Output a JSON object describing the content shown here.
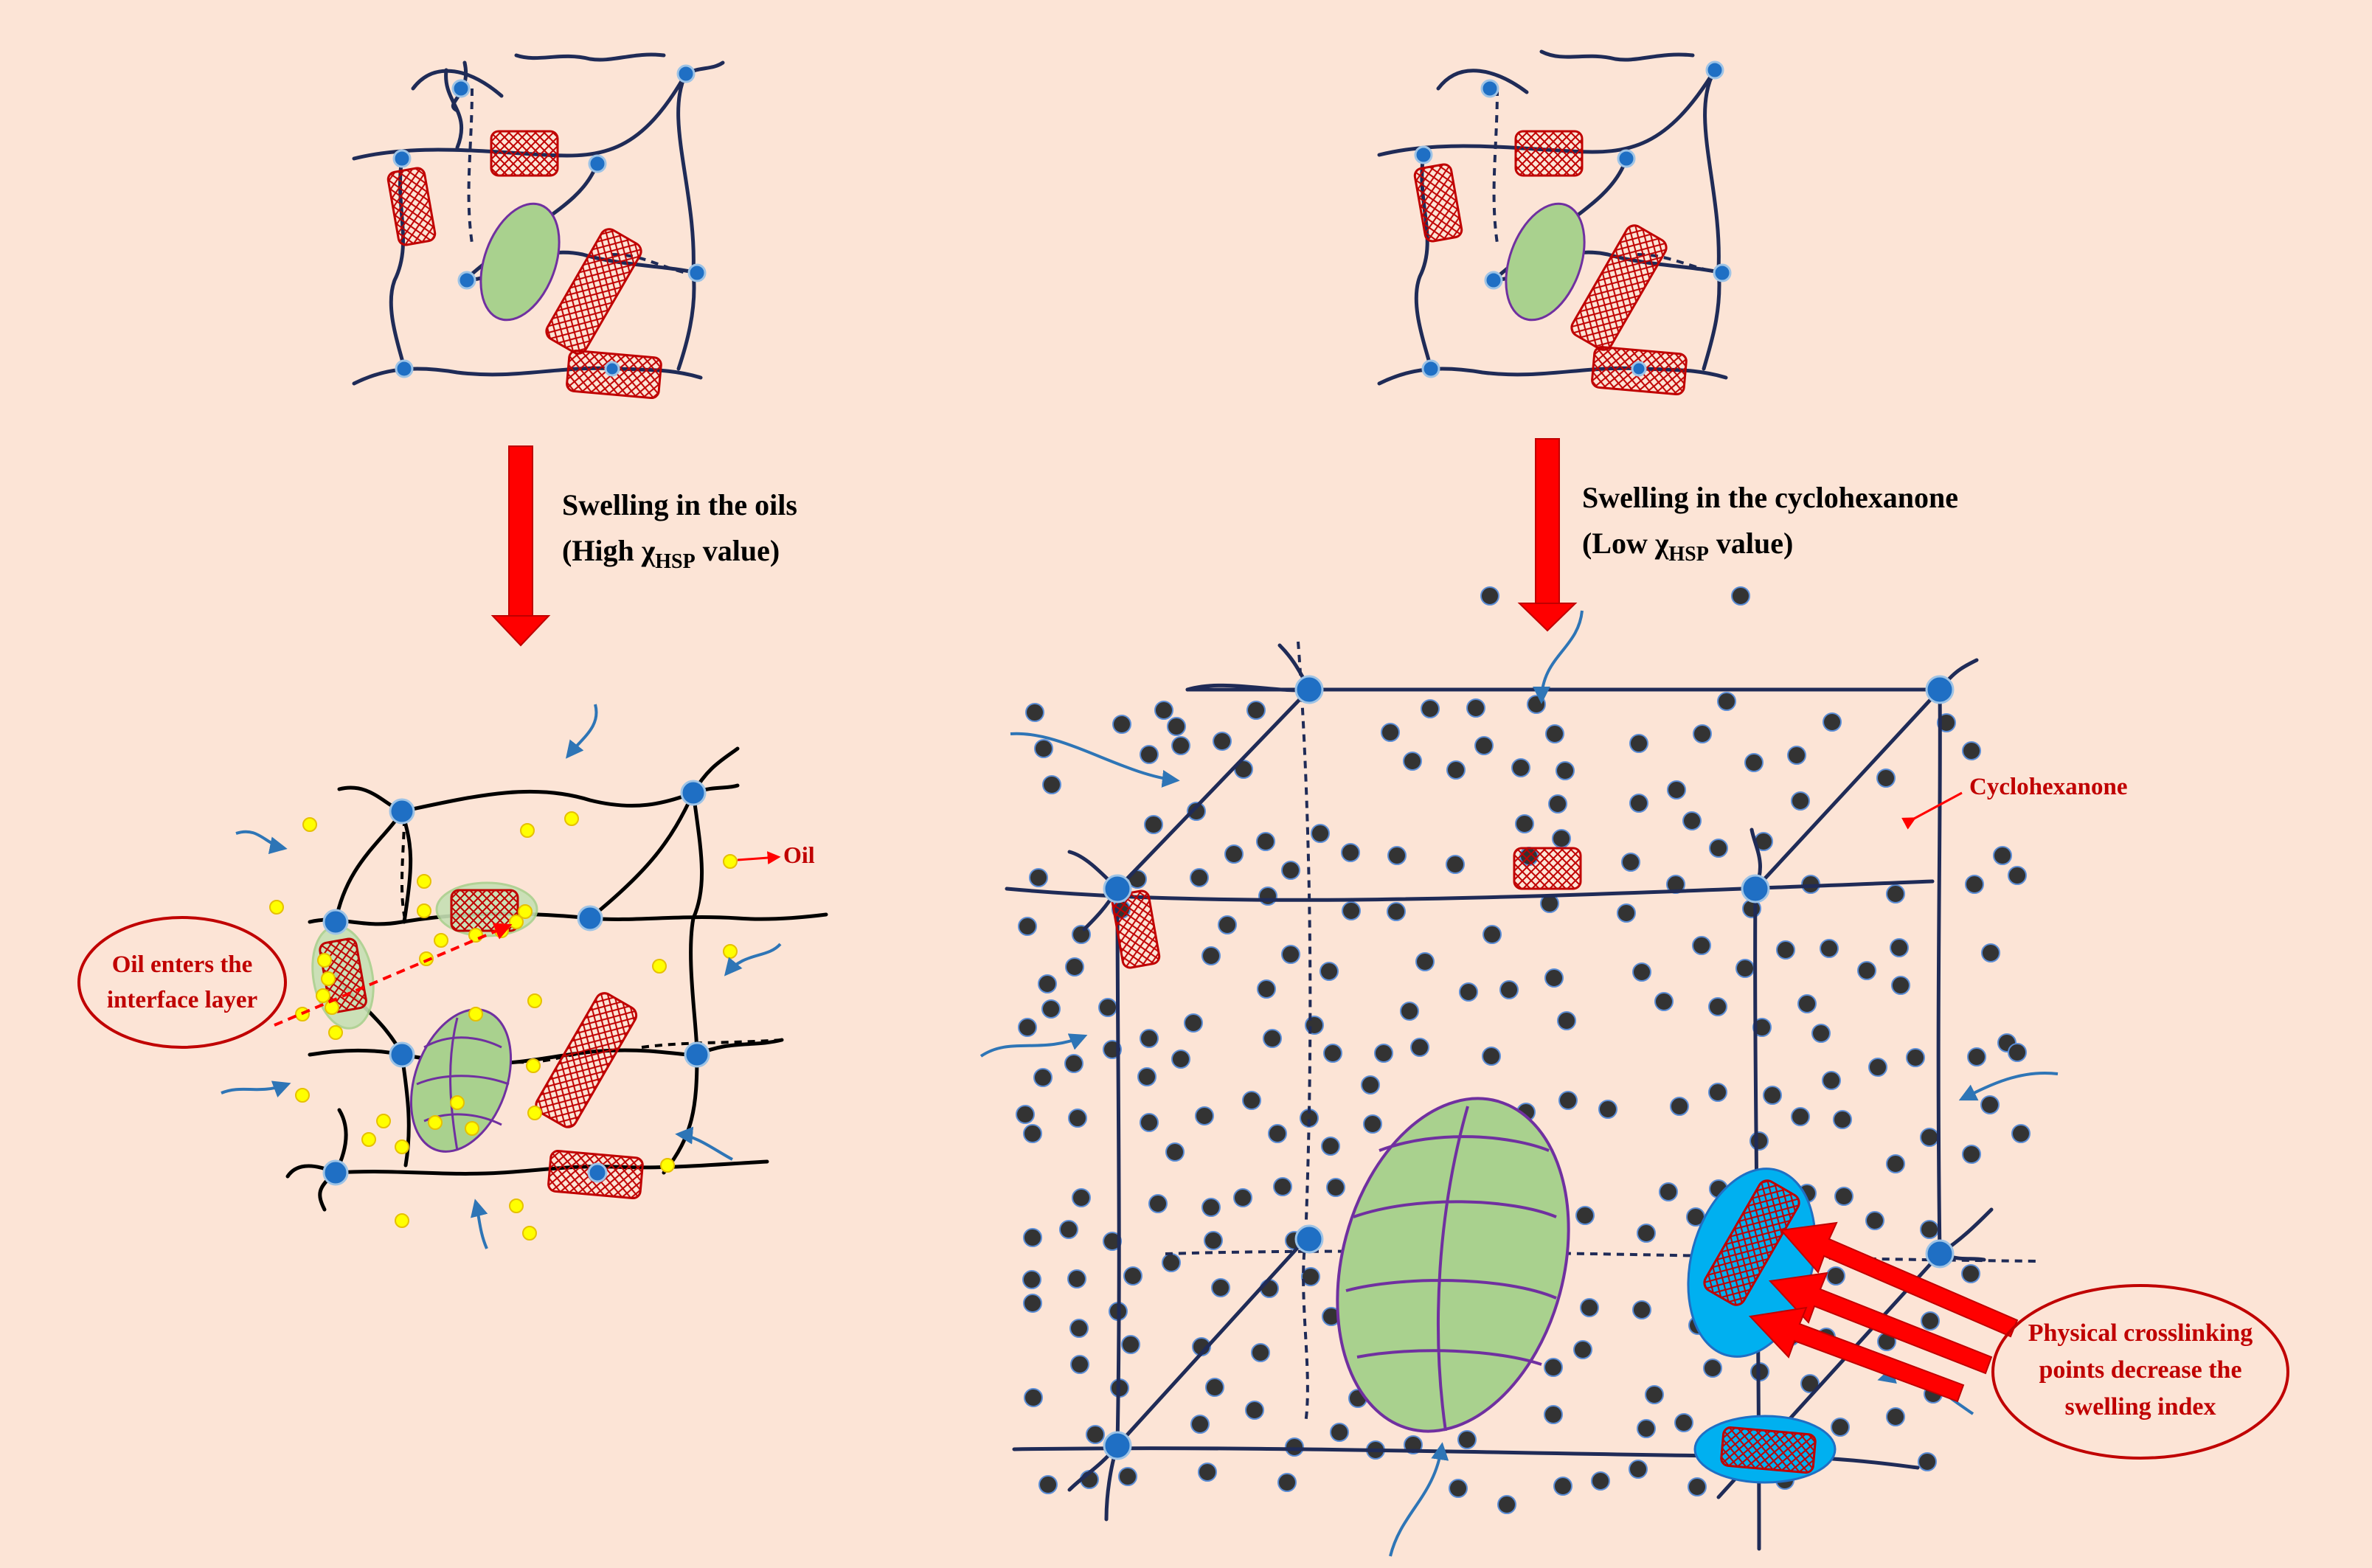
{
  "colors": {
    "background": "#FCE4D6",
    "polymer_chain": "#1F2B57",
    "crosslink_node": "#1F6FC4",
    "nanotube": "#C00000",
    "particle_fill": "#A9D18E",
    "particle_line": "#7030A0",
    "arrow": "#FF0000",
    "annotation": "#C00000",
    "oil_droplet": "#FFFF00",
    "cyclohexanone_molecule": "#333333",
    "solvent_flow_arrow": "#2E75B6",
    "crosslink_halo": "#00B0F0"
  },
  "icons": {
    "crosslink": "crosslink-node-icon",
    "nanotube": "carbon-nanotube-icon",
    "particle": "filler-particle-icon",
    "oil": "oil-droplet-icon",
    "solvent": "cyclohexanone-molecule-icon",
    "flow": "solvent-flow-arrow-icon"
  },
  "left": {
    "caption_line1": "Swelling in the oils",
    "caption_line2_prefix": "(High ",
    "caption_chi": "χ",
    "caption_sub": "HSP",
    "caption_line2_suffix": " value)",
    "oil_label": "Oil",
    "ellipse_line1": "Oil enters the",
    "ellipse_line2": "interface layer"
  },
  "right": {
    "caption_line1": "Swelling in the cyclohexanone",
    "caption_line2_prefix": "(Low ",
    "caption_chi": "χ",
    "caption_sub": "HSP",
    "caption_line2_suffix": " value)",
    "solvent_label": "Cyclohexanone",
    "ellipse_line1": "Physical crosslinking",
    "ellipse_line2": "points decrease the",
    "ellipse_line3": "swelling index"
  }
}
